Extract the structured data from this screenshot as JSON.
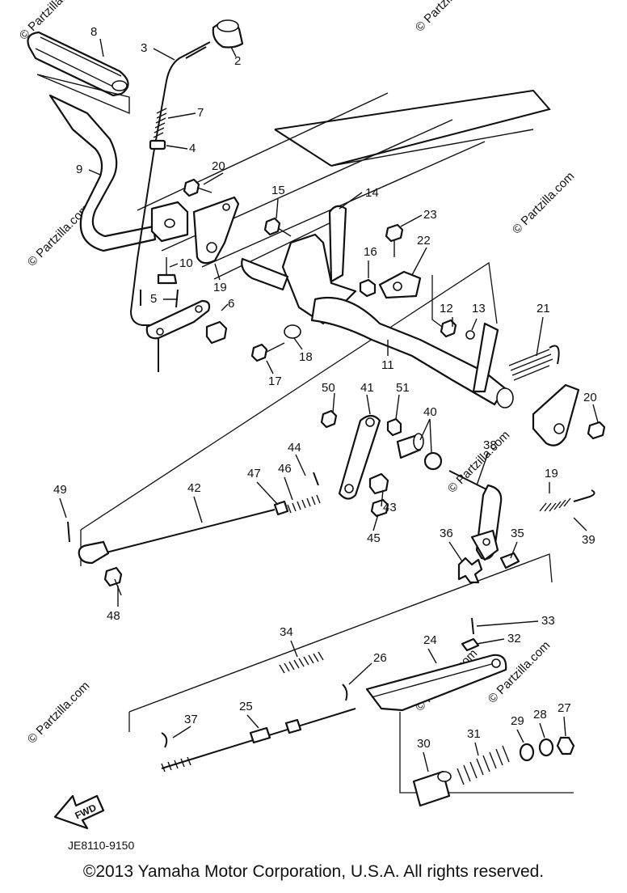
{
  "diagram_code": "JE8110-9150",
  "fwd_label": "FWD",
  "watermark": "© Partzilla.com",
  "copyright": "©2013 Yamaha Motor Corporation, U.S.A. All rights reserved.",
  "callouts": [
    "8",
    "3",
    "2",
    "7",
    "4",
    "9",
    "20",
    "15",
    "14",
    "23",
    "22",
    "10",
    "19",
    "16",
    "5",
    "6",
    "12",
    "13",
    "21",
    "11",
    "17",
    "18",
    "50",
    "41",
    "51",
    "40",
    "20",
    "44",
    "47",
    "46",
    "38",
    "49",
    "42",
    "19",
    "43",
    "45",
    "36",
    "35",
    "39",
    "48",
    "34",
    "33",
    "32",
    "24",
    "26",
    "37",
    "25",
    "29",
    "28",
    "27",
    "30",
    "31"
  ]
}
